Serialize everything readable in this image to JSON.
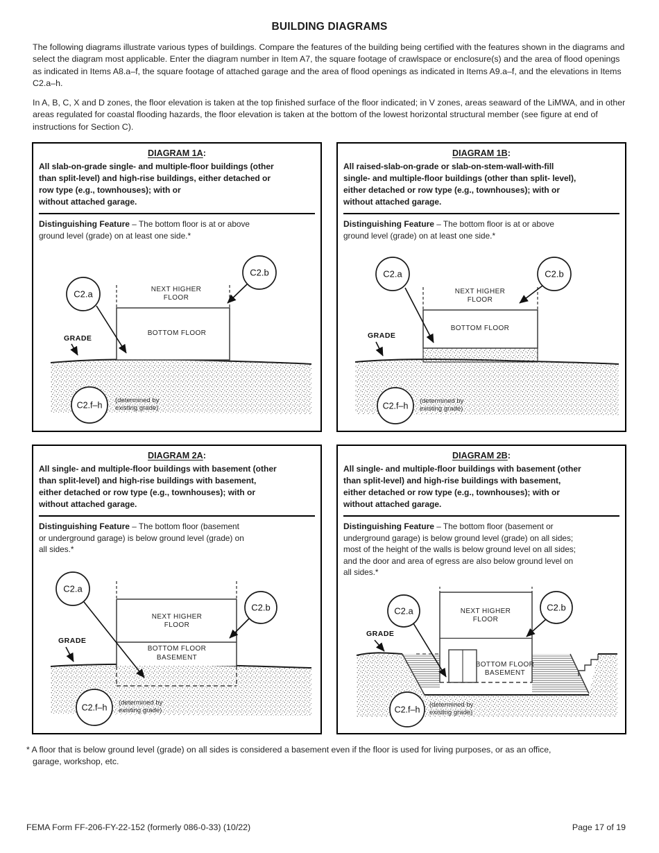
{
  "page": {
    "title": "BUILDING DIAGRAMS",
    "intro_para1": "The following diagrams illustrate various types of buildings. Compare the features of the building being certified with the features shown in the diagrams and select the diagram most applicable. Enter the diagram number in Item A7, the square footage of crawlspace or enclosure(s) and the area of flood openings as indicated in Items A8.a–f, the square footage of attached garage and the area of flood openings as indicated in Items A9.a–f, and the elevations in Items C2.a–h.",
    "intro_para2": "In A, B, C, X and D zones, the floor elevation is taken at the top finished surface of the floor indicated; in V zones, areas seaward of the LiMWA, and in other areas regulated for coastal flooding hazards, the floor elevation is taken at the bottom of the lowest horizontal structural member (see figure at end of instructions for Section C).",
    "heading_colon": ":",
    "footnote_line1": "* A floor that is below ground level (grade) on all sides is considered a basement even if the floor is used for living purposes, or as an office,",
    "footnote_line2": "garage, workshop, etc.",
    "footer_left": "FEMA Form FF-206-FY-22-152 (formerly 086-0-33) (10/22)",
    "footer_right": "Page 17 of 19"
  },
  "diagrams": {
    "d1a": {
      "heading": "DIAGRAM 1A",
      "description": "All slab-on-grade single- and multiple-floor buildings (other\nthan split-level) and high-rise buildings, either detached or\nrow type (e.g., townhouses); with or\nwithout attached garage.",
      "feature_label": "Distinguishing Feature",
      "feature_text": " – The bottom floor is at or above\nground level (grade) on at least one side.*"
    },
    "d1b": {
      "heading": "DIAGRAM 1B",
      "description": "All raised-slab-on-grade or slab-on-stem-wall-with-fill\nsingle- and multiple-floor buildings (other than split- level),\neither detached or row type (e.g., townhouses); with or\nwithout attached garage.",
      "feature_label": "Distinguishing Feature",
      "feature_text": " – The bottom floor is at or above\nground level (grade) on at least one side.*"
    },
    "d2a": {
      "heading": "DIAGRAM 2A",
      "description": "All single- and multiple-floor buildings with basement (other\nthan split-level) and high-rise buildings with basement,\neither detached or row type (e.g., townhouses); with or\nwithout attached garage.",
      "feature_label": "Distinguishing Feature",
      "feature_text": " – The bottom floor (basement\nor underground garage) is below ground level (grade) on\nall sides.*"
    },
    "d2b": {
      "heading": "DIAGRAM 2B",
      "description": "All single- and multiple-floor buildings with basement (other\nthan split-level) and high-rise buildings with basement,\neither detached or row type (e.g., townhouses); with or\nwithout attached garage.",
      "feature_label": "Distinguishing Feature",
      "feature_text": " – The bottom floor (basement or\nunderground garage) is below ground level (grade) on all sides;\nmost of the height of the walls is below ground level on all sides;\nand the door and area of egress are also below ground level on\nall sides.*"
    }
  },
  "figure_labels": {
    "c2a": "C2.a",
    "c2b": "C2.b",
    "c2fh": "C2.f–h",
    "grade": "GRADE",
    "next_higher_line1": "NEXT HIGHER",
    "next_higher_line2": "FLOOR",
    "bottom_floor": "BOTTOM FLOOR",
    "basement": "BASEMENT",
    "determined_line1": "(determined by",
    "determined_line2": "existing grade)"
  }
}
